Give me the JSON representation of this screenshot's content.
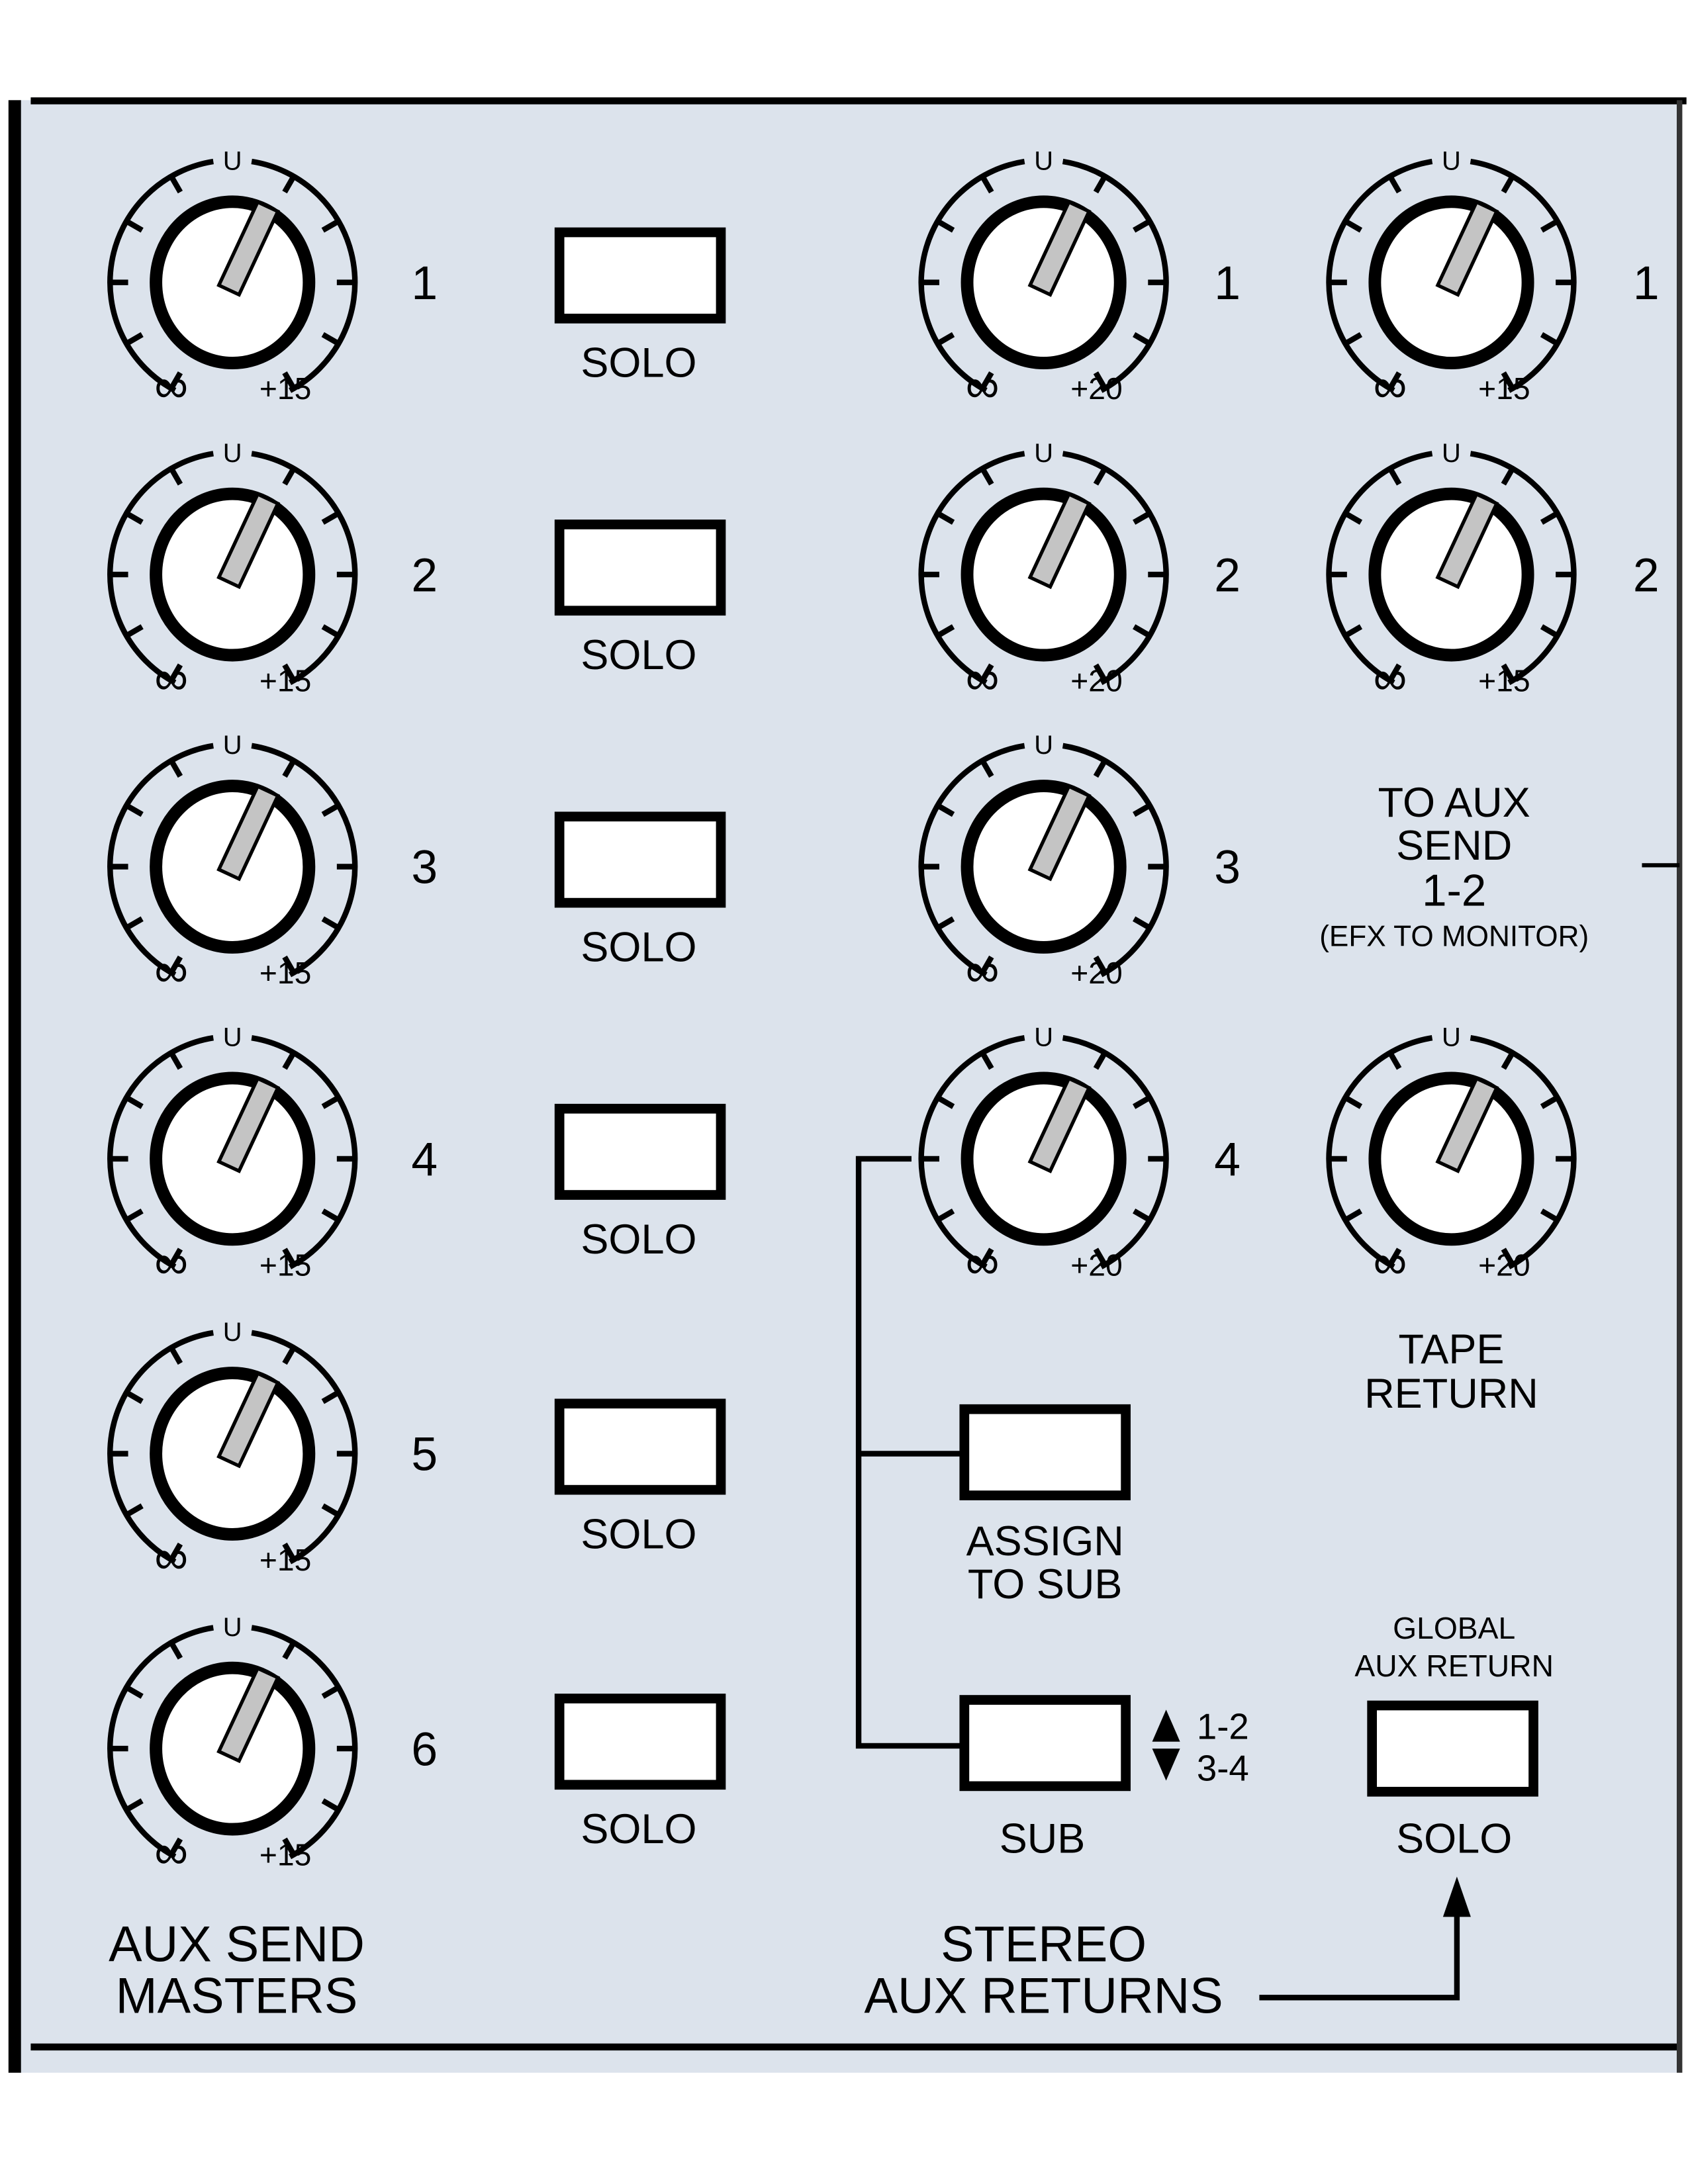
{
  "colors": {
    "panel": "#dce3ec",
    "ink": "#000000",
    "pointer": "#c4c4c4",
    "button": "#ffffff"
  },
  "knob_labels": {
    "unity": "U",
    "min": "∞",
    "max_aux": "+15",
    "max_return": "+20"
  },
  "aux_send_masters": {
    "title_line1": "AUX SEND",
    "title_line2": "MASTERS",
    "channels": [
      {
        "number": "1",
        "solo_label": "SOLO"
      },
      {
        "number": "2",
        "solo_label": "SOLO"
      },
      {
        "number": "3",
        "solo_label": "SOLO"
      },
      {
        "number": "4",
        "solo_label": "SOLO"
      },
      {
        "number": "5",
        "solo_label": "SOLO"
      },
      {
        "number": "6",
        "solo_label": "SOLO"
      }
    ]
  },
  "stereo_aux_returns": {
    "title_line1": "STEREO",
    "title_line2": "AUX RETURNS",
    "channels": [
      {
        "number": "1"
      },
      {
        "number": "2"
      },
      {
        "number": "3"
      },
      {
        "number": "4"
      }
    ],
    "assign_label_line1": "ASSIGN",
    "assign_label_line2": "TO SUB",
    "sub_label": "SUB",
    "sub_up": "1-2",
    "sub_down": "3-4"
  },
  "to_aux_send": {
    "channels": [
      {
        "number": "1"
      },
      {
        "number": "2"
      }
    ],
    "line1": "TO AUX",
    "line2": "SEND",
    "line3": "1-2",
    "line4": "(EFX TO MONITOR)"
  },
  "tape_return": {
    "line1": "TAPE",
    "line2": "RETURN"
  },
  "global_solo": {
    "line1": "GLOBAL",
    "line2": "AUX RETURN",
    "solo_label": "SOLO"
  }
}
